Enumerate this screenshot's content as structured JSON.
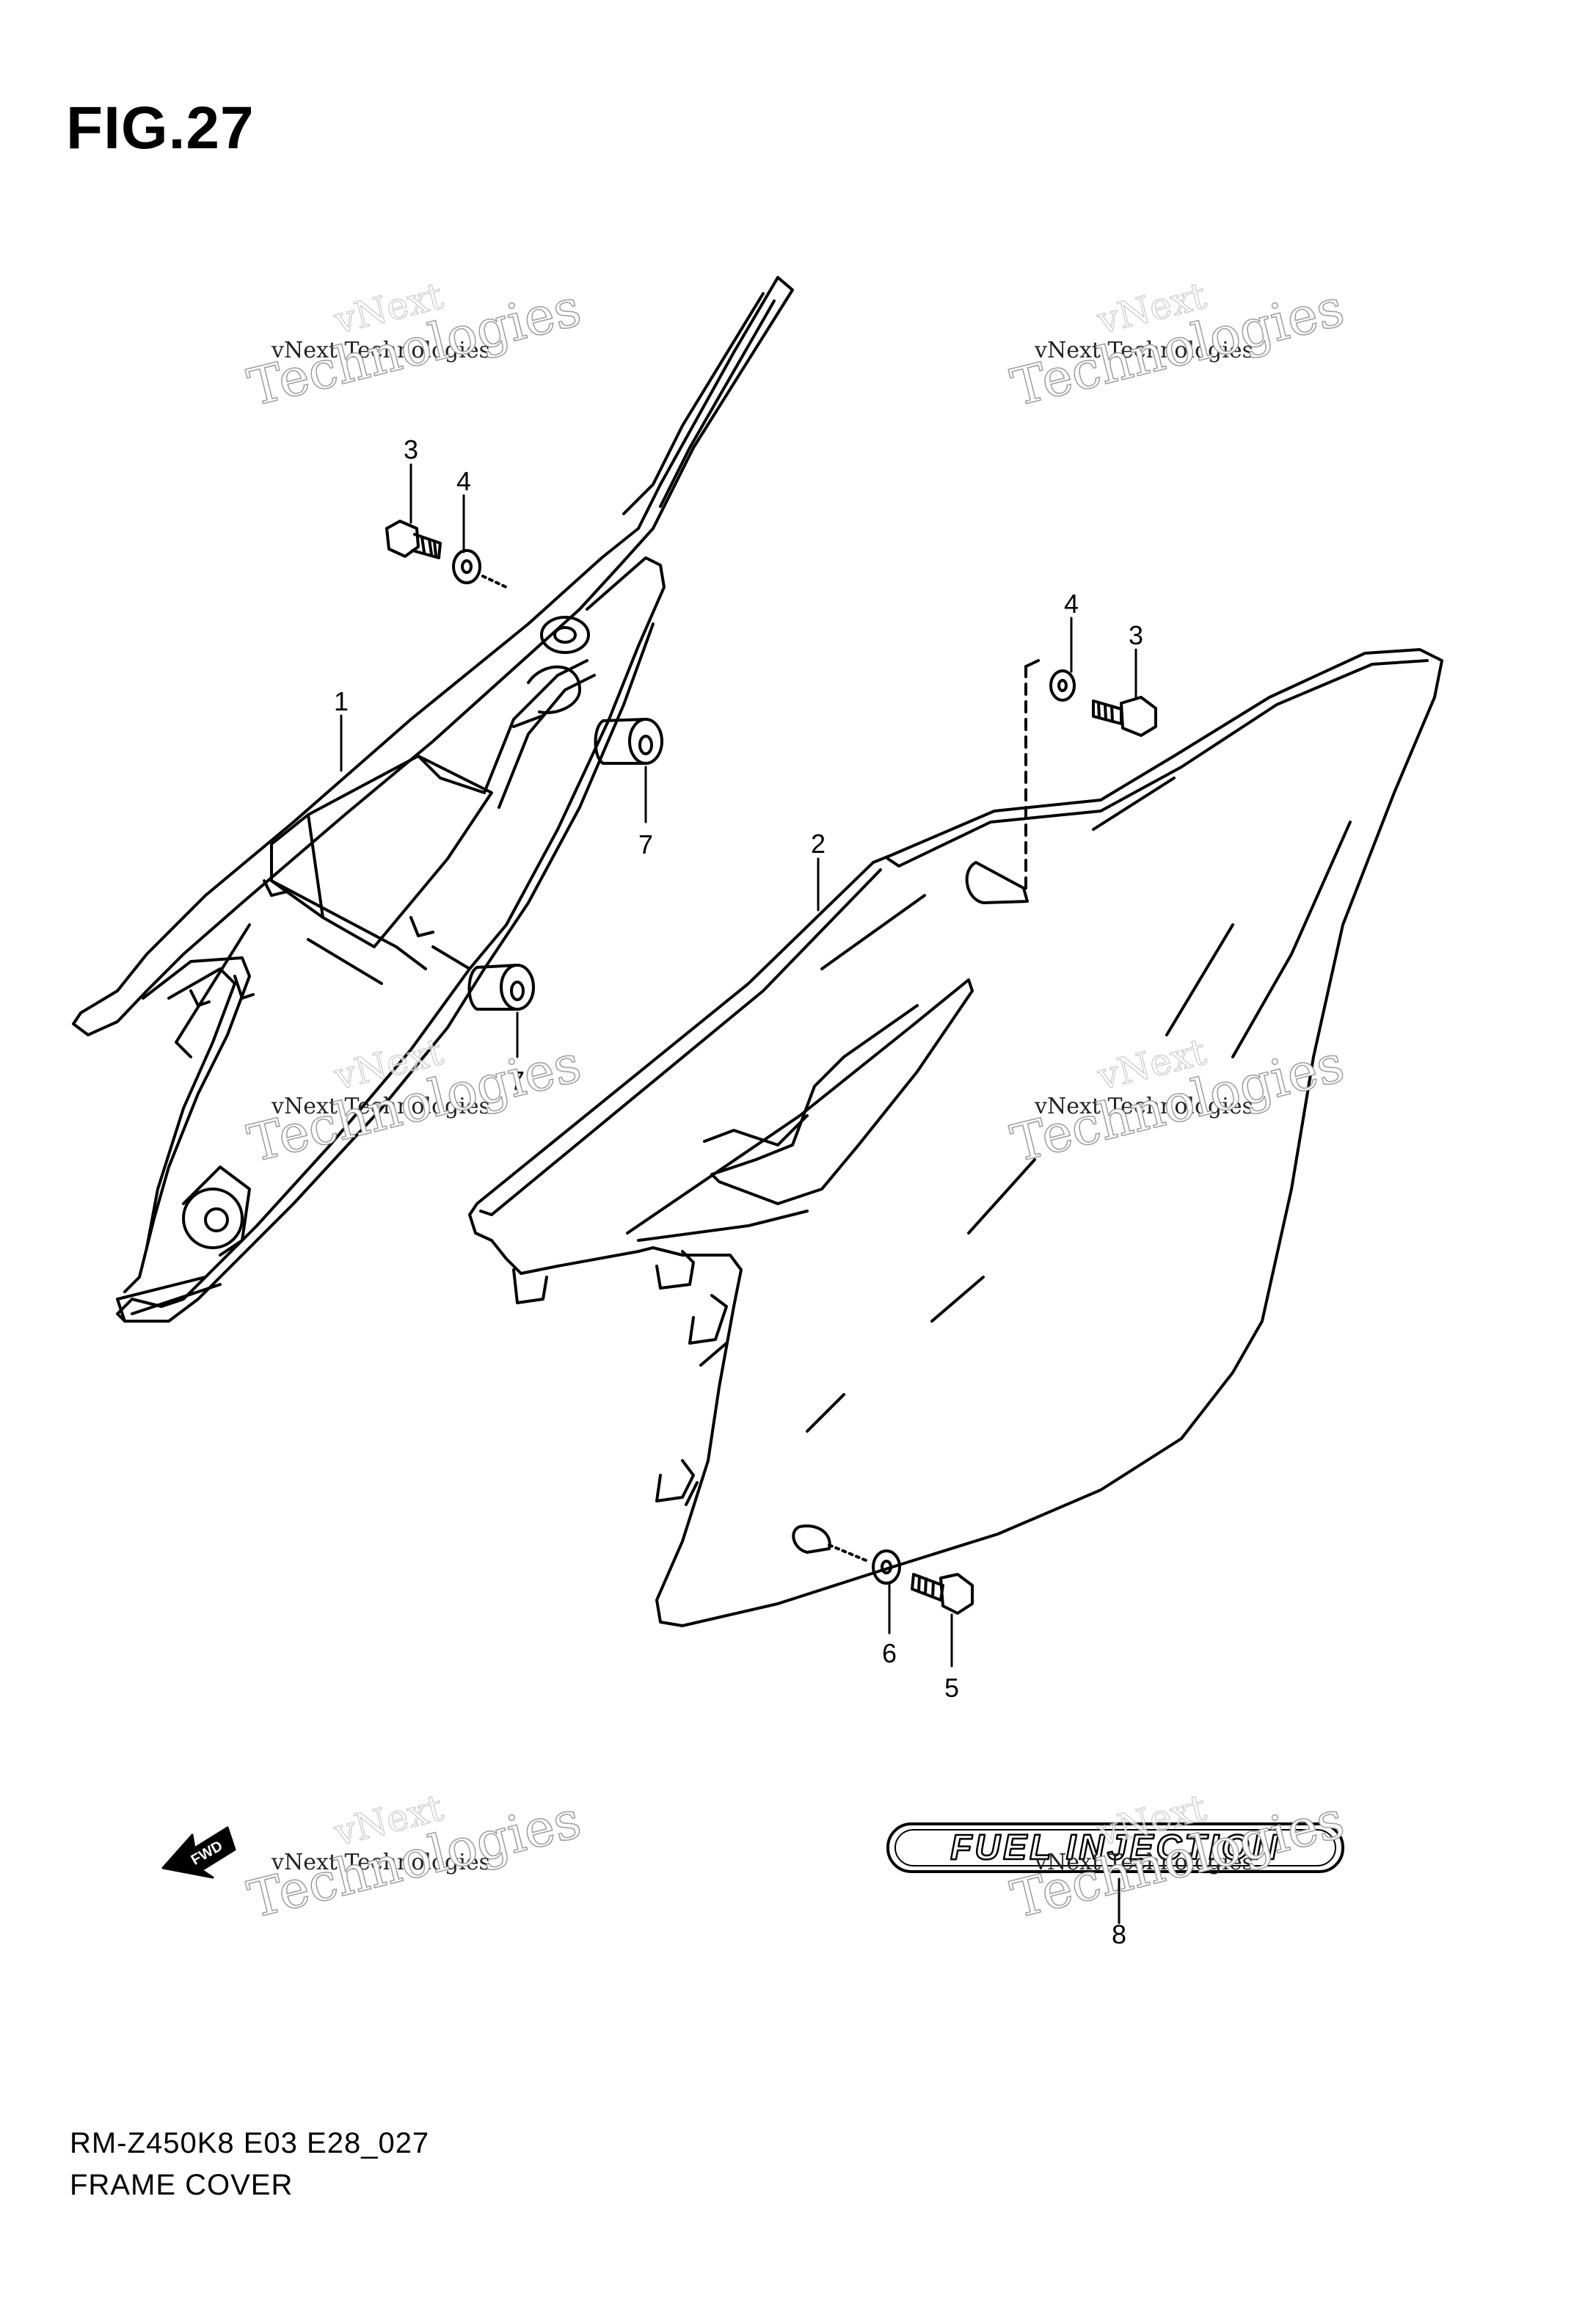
{
  "figure": {
    "title": "FIG.27",
    "footer_code": "RM-Z450K8 E03 E28_027",
    "footer_name": "FRAME COVER"
  },
  "callouts": [
    "1",
    "2",
    "3",
    "3",
    "4",
    "4",
    "5",
    "6",
    "7",
    "7",
    "8"
  ],
  "decal": {
    "text": "FUEL INJECTION"
  },
  "fwd_badge": {
    "text": "FWD"
  },
  "watermark": {
    "brand": "vNext",
    "line": "vNext Technologies",
    "big": "Technologies"
  }
}
